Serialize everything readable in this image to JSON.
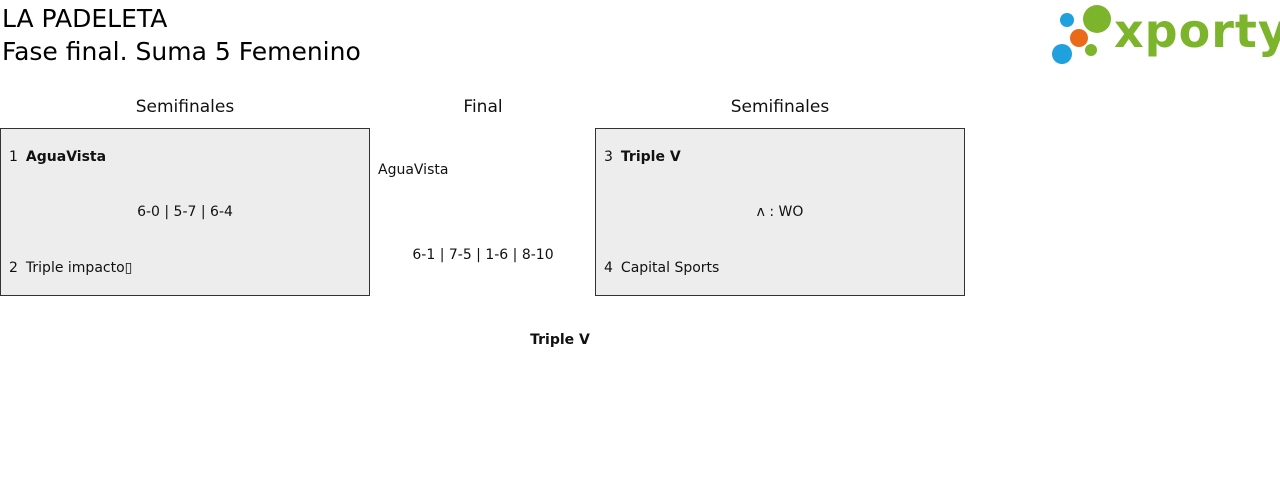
{
  "header": {
    "club_name": "LA PADELETA",
    "phase_title": "Fase final. Suma 5 Femenino"
  },
  "logo": {
    "text": "xporty",
    "colors": {
      "green": "#7cb52b",
      "blue": "#1ea1dc",
      "orange": "#e96b1a"
    }
  },
  "rounds": {
    "left_semis_label": "Semifinales",
    "final_label": "Final",
    "right_semis_label": "Semifinales"
  },
  "semifinal_left": {
    "team1": {
      "seed": "1",
      "name": "AguaVista"
    },
    "team2": {
      "seed": "2",
      "name": "Triple impacto▯"
    },
    "score": "6-0 | 5-7 | 6-4"
  },
  "semifinal_right": {
    "team1": {
      "seed": "3",
      "name": "Triple V"
    },
    "team2": {
      "seed": "4",
      "name": "Capital Sports"
    },
    "score": "ʌ : WO"
  },
  "final": {
    "team": "AguaVista",
    "score": "6-1 | 7-5 | 1-6 | 8-10",
    "champion": "Triple V"
  },
  "colors": {
    "box_background": "#ededed",
    "box_border": "#333333"
  }
}
